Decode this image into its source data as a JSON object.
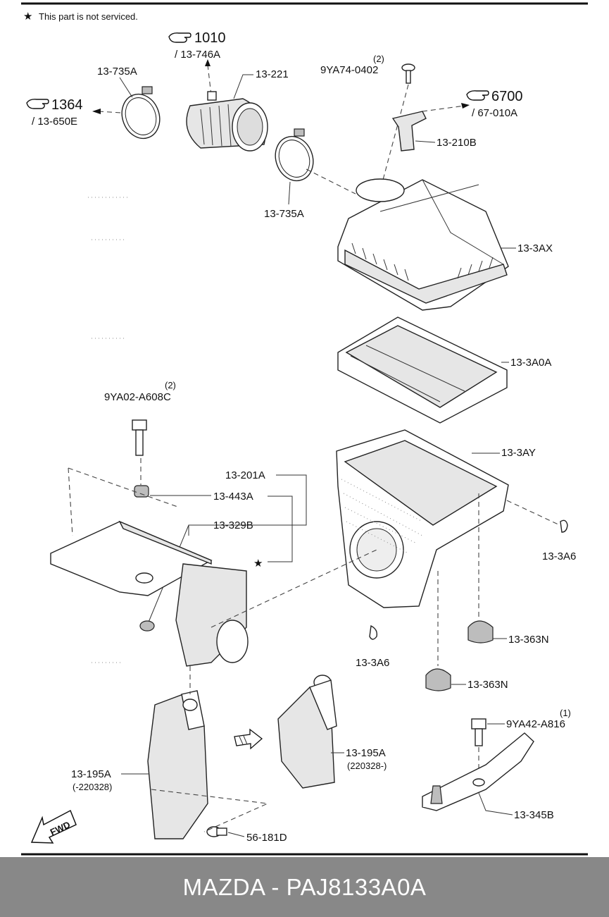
{
  "notice": {
    "star": "★",
    "text": "This part is not serviced."
  },
  "refs": {
    "r1010": {
      "num": "1010",
      "sub": "/ 13-746A"
    },
    "r1364": {
      "num": "1364",
      "sub": "/ 13-650E"
    },
    "r6700": {
      "num": "6700",
      "sub": "/ 67-010A"
    }
  },
  "labels": {
    "clamp_a": "13-735A",
    "duct": "13-221",
    "bolt_top_qty": "(2)",
    "bolt_top": "9YA74-0402",
    "sensor": "13-210B",
    "clamp_b": "13-735A",
    "cover": "13-3AX",
    "element": "13-3A0A",
    "bolt_mid_qty": "(2)",
    "bolt_mid": "9YA02-A608C",
    "resonator": "13-201A",
    "grommet": "13-443A",
    "bracket": "13-329B",
    "case": "13-3AY",
    "clip_r": "13-3A6",
    "clip_l": "13-3A6",
    "mount_a": "13-363N",
    "mount_b": "13-363N",
    "bolt_low_qty": "(1)",
    "bolt_low": "9YA42-A816",
    "inlet_a": "13-195A",
    "inlet_a_date": "(-220328)",
    "inlet_b": "13-195A",
    "inlet_b_date": "(220328-)",
    "bracket_low": "13-345B",
    "screw": "56-181D",
    "fwd": "FWD"
  },
  "footer": {
    "text": "MAZDA - PAJ8133A0A"
  },
  "colors": {
    "footer_bg": "#888888",
    "footer_text": "#ffffff",
    "line": "#222222"
  }
}
